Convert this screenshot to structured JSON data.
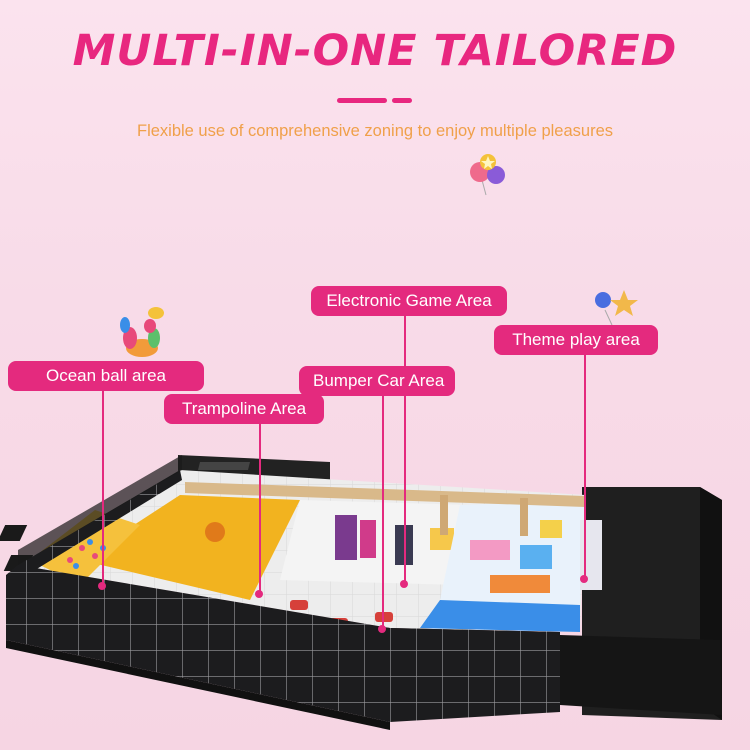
{
  "header": {
    "title": "MULTI-IN-ONE TAILORED",
    "subtitle": "Flexible use of comprehensive zoning to enjoy multiple pleasures"
  },
  "areas": {
    "ocean_ball": "Ocean ball area",
    "trampoline": "Trampoline Area",
    "bumper_car": "Bumper Car Area",
    "electronic_game": "Electronic Game Area",
    "theme_play": "Theme play area"
  },
  "colors": {
    "accent": "#e42a7e",
    "subtitle": "#f0a04a",
    "background": "#fbe3ee"
  },
  "icons": [
    "balloon-dog-icon",
    "balloons-icon",
    "balloon-star-icon"
  ]
}
